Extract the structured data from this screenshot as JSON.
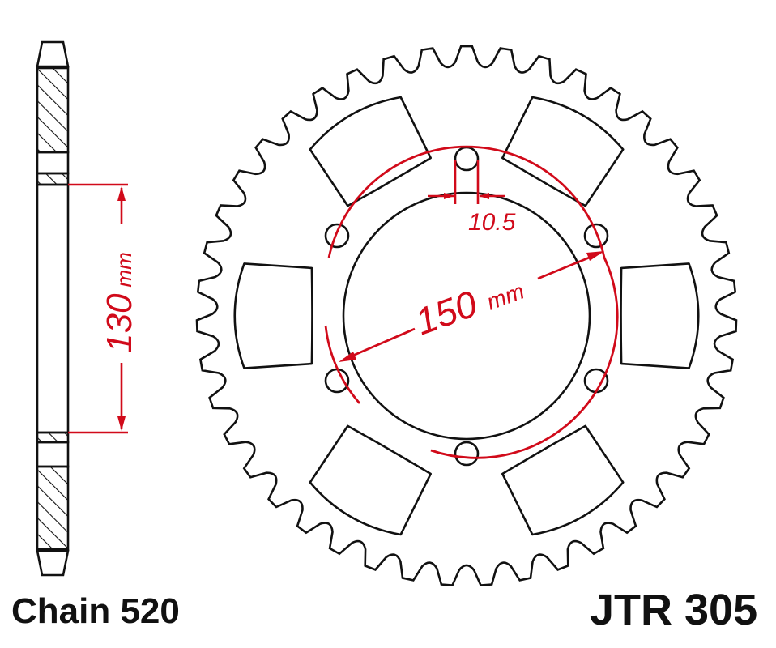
{
  "diagram": {
    "type": "sprocket technical drawing",
    "side_view": {
      "dimension_value": "130",
      "dimension_unit": "mm",
      "dimension_label": "130 mm"
    },
    "front_view": {
      "teeth_count_estimate": 43,
      "bolt_holes": 6,
      "bolt_circle_value": "150",
      "bolt_circle_unit": "mm",
      "bolt_circle_label": "150 mm",
      "bolt_hole_diameter_label": "10.5"
    },
    "colors": {
      "outline": "#111111",
      "dimension": "#d10a1a",
      "background": "#ffffff"
    }
  },
  "labels": {
    "chain": "Chain 520",
    "part_number": "JTR 305"
  }
}
